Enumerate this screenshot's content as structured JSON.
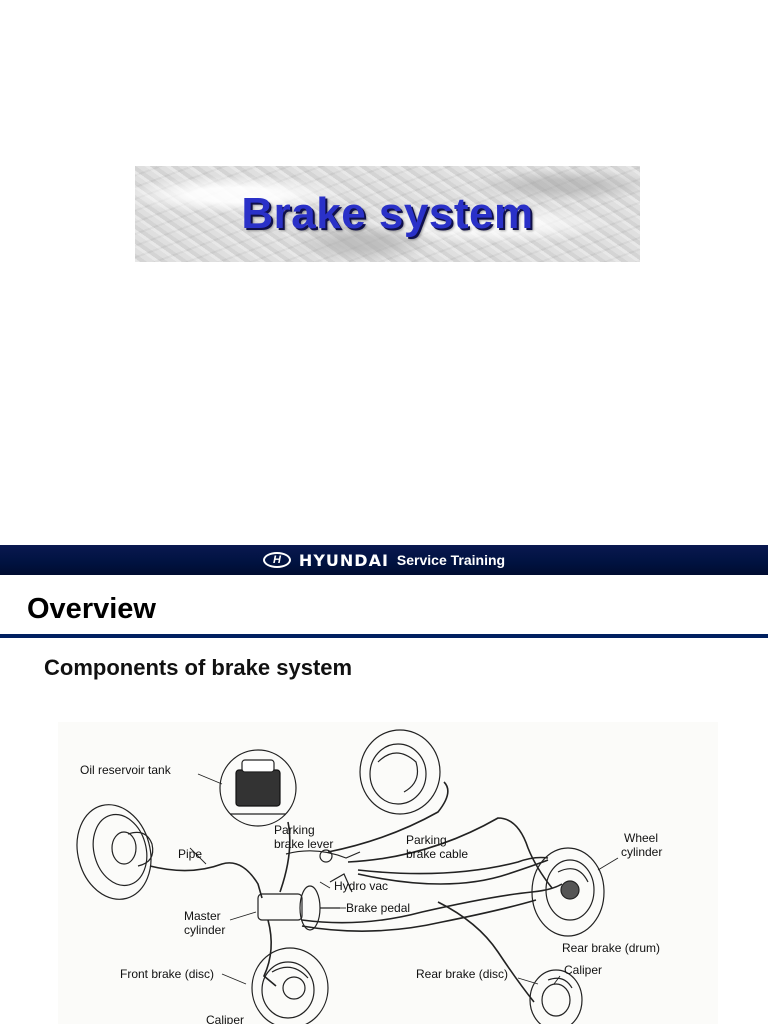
{
  "slide1": {
    "title": "Brake system"
  },
  "slide2": {
    "header": {
      "logo_letter": "H",
      "brand": "HYUNDAI",
      "suffix": "Service Training"
    },
    "heading": "Overview",
    "subheading": "Components of brake system",
    "diagram_labels": {
      "oil_reservoir": "Oil reservoir tank",
      "parking_lever_1": "Parking",
      "parking_lever_2": "brake lever",
      "pipe": "Pipe",
      "parking_cable_1": "Parking",
      "parking_cable_2": "brake cable",
      "wheel_cyl_1": "Wheel",
      "wheel_cyl_2": "cylinder",
      "hydro_vac": "Hydro vac",
      "brake_pedal": "Brake pedal",
      "master_cyl_1": "Master",
      "master_cyl_2": "cylinder",
      "rear_drum": "Rear brake (drum)",
      "front_disc": "Front brake (disc)",
      "rear_disc": "Rear brake (disc)",
      "caliper_rear": "Caliper",
      "caliper_front": "Caliper"
    }
  }
}
